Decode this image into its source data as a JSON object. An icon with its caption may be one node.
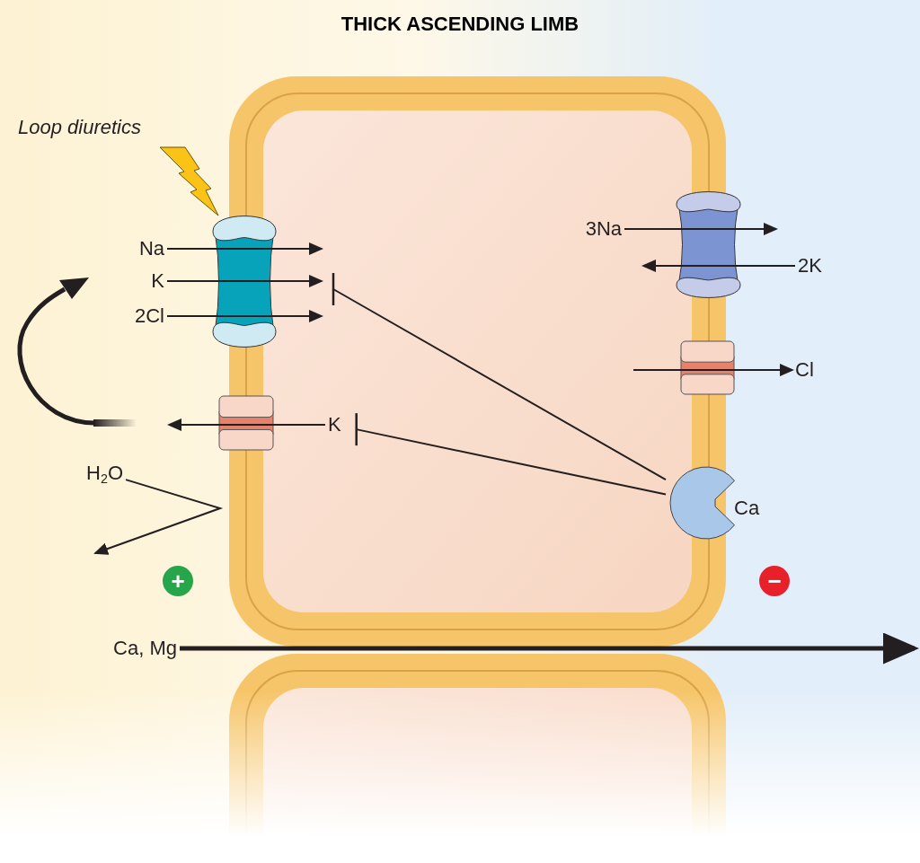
{
  "diagram": {
    "title": "THICK ASCENDING LIMB",
    "nodes": [
      {
        "text": [
          "Loop diuretics"
        ]
      },
      {
        "text": [],
        "shape": "cylinder"
      },
      {
        "text": [
          "Na"
        ]
      },
      {
        "text": [
          "K"
        ]
      },
      {
        "text": [
          "2Cl"
        ]
      },
      {
        "text": [],
        "shape": "box"
      },
      {
        "text": [
          "K"
        ]
      },
      {
        "text": [
          "H$_{2}$O"
        ]
      },
      {
        "text": [
          "+"
        ]
      },
      {
        "text": [],
        "shape": "cylinder"
      },
      {
        "text": [
          "3Na"
        ]
      },
      {
        "text": [
          "2K"
        ]
      },
      {
        "text": [],
        "shape": "box"
      },
      {
        "text": [
          "Cl"
        ]
      },
      {
        "text": [],
        "shape": "circle",
        "beside": [
          "Ca"
        ]
      },
      {
        "text": [
          "−"
        ]
      },
      {
        "text": [
          "Ca, Mg"
        ]
      }
    ],
    "edges": [
      {
        "from": 2,
        "to": null,
        "arrow": "to"
      },
      {
        "from": 3,
        "to": null,
        "arrow": "to"
      },
      {
        "from": 4,
        "to": null,
        "arrow": "to"
      },
      {
        "from": 6,
        "to": null,
        "arrow": "to"
      },
      {
        "from": 7,
        "to": null,
        "arrow": "to"
      },
      {
        "from": 10,
        "to": null,
        "arrow": "to"
      },
      {
        "from": 11,
        "to": null,
        "arrow": "to"
      },
      {
        "from": null,
        "to": 13,
        "arrow": "to"
      },
      {
        "from": 16,
        "to": null,
        "arrow": "to",
        "style": "thick"
      },
      {
        "from": 14,
        "to": null,
        "arrow": "other"
      },
      {
        "from": 14,
        "to": 6,
        "arrow": "other"
      }
    ]
  }
}
